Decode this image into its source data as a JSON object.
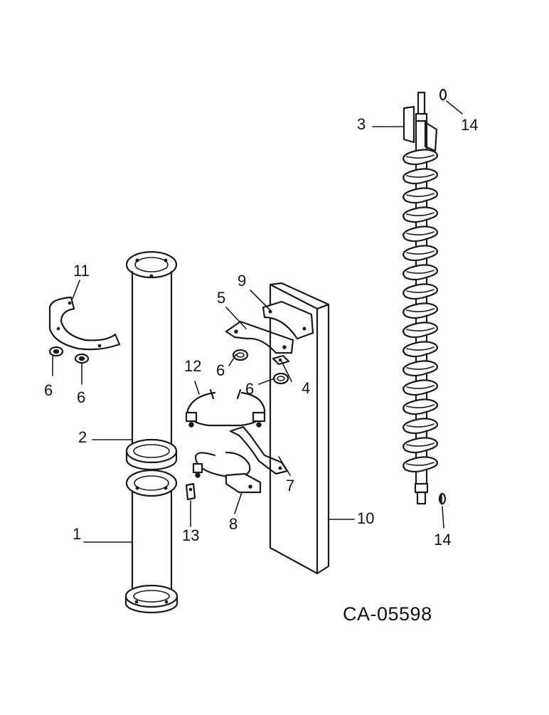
{
  "diagram": {
    "drawing_code": "CA-05598",
    "callouts": [
      {
        "id": "c1",
        "text": "1"
      },
      {
        "id": "c2",
        "text": "2"
      },
      {
        "id": "c3",
        "text": "3"
      },
      {
        "id": "c4",
        "text": "4"
      },
      {
        "id": "c5",
        "text": "5"
      },
      {
        "id": "c6a",
        "text": "6"
      },
      {
        "id": "c6b",
        "text": "6"
      },
      {
        "id": "c6c",
        "text": "6"
      },
      {
        "id": "c6d",
        "text": "6"
      },
      {
        "id": "c7",
        "text": "7"
      },
      {
        "id": "c8",
        "text": "8"
      },
      {
        "id": "c9",
        "text": "9"
      },
      {
        "id": "c10",
        "text": "10"
      },
      {
        "id": "c11",
        "text": "11"
      },
      {
        "id": "c12",
        "text": "12"
      },
      {
        "id": "c13",
        "text": "13"
      },
      {
        "id": "c14a",
        "text": "14"
      },
      {
        "id": "c14b",
        "text": "14"
      }
    ]
  }
}
